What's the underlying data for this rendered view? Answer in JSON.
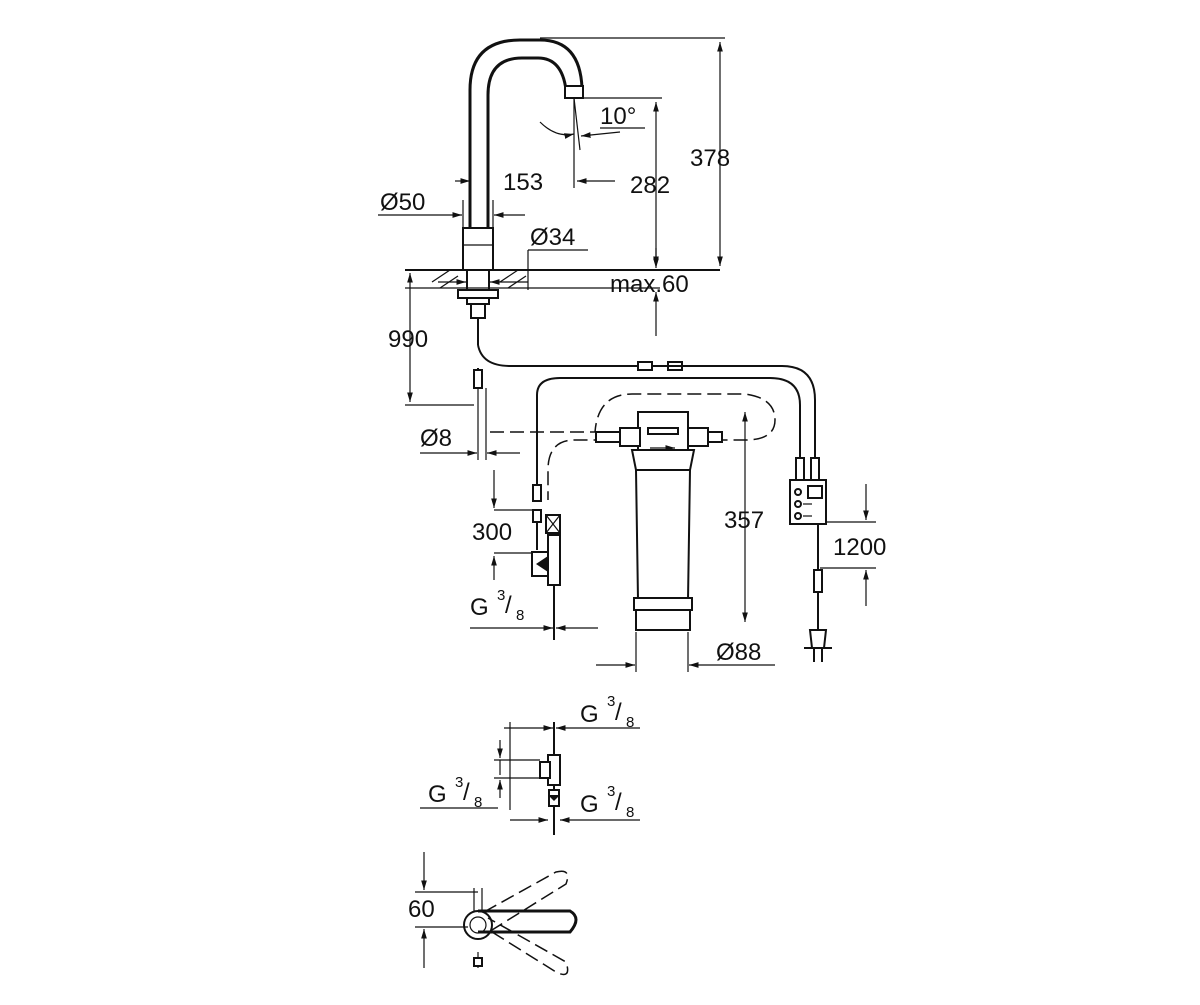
{
  "dimensions": {
    "spout_angle": "10°",
    "total_height": "378",
    "spout_height": "282",
    "spout_reach": "153",
    "base_diameter": "Ø50",
    "shank_diameter": "Ø34",
    "max_thickness": "max.60",
    "hose_length": "990",
    "hose_diameter": "Ø8",
    "connection_length": "300",
    "filter_height": "357",
    "filter_diameter": "Ø88",
    "cable_length": "1200",
    "swivel_height": "60"
  },
  "thread": {
    "prefix": "G",
    "numerator": "3",
    "denominator": "8"
  }
}
